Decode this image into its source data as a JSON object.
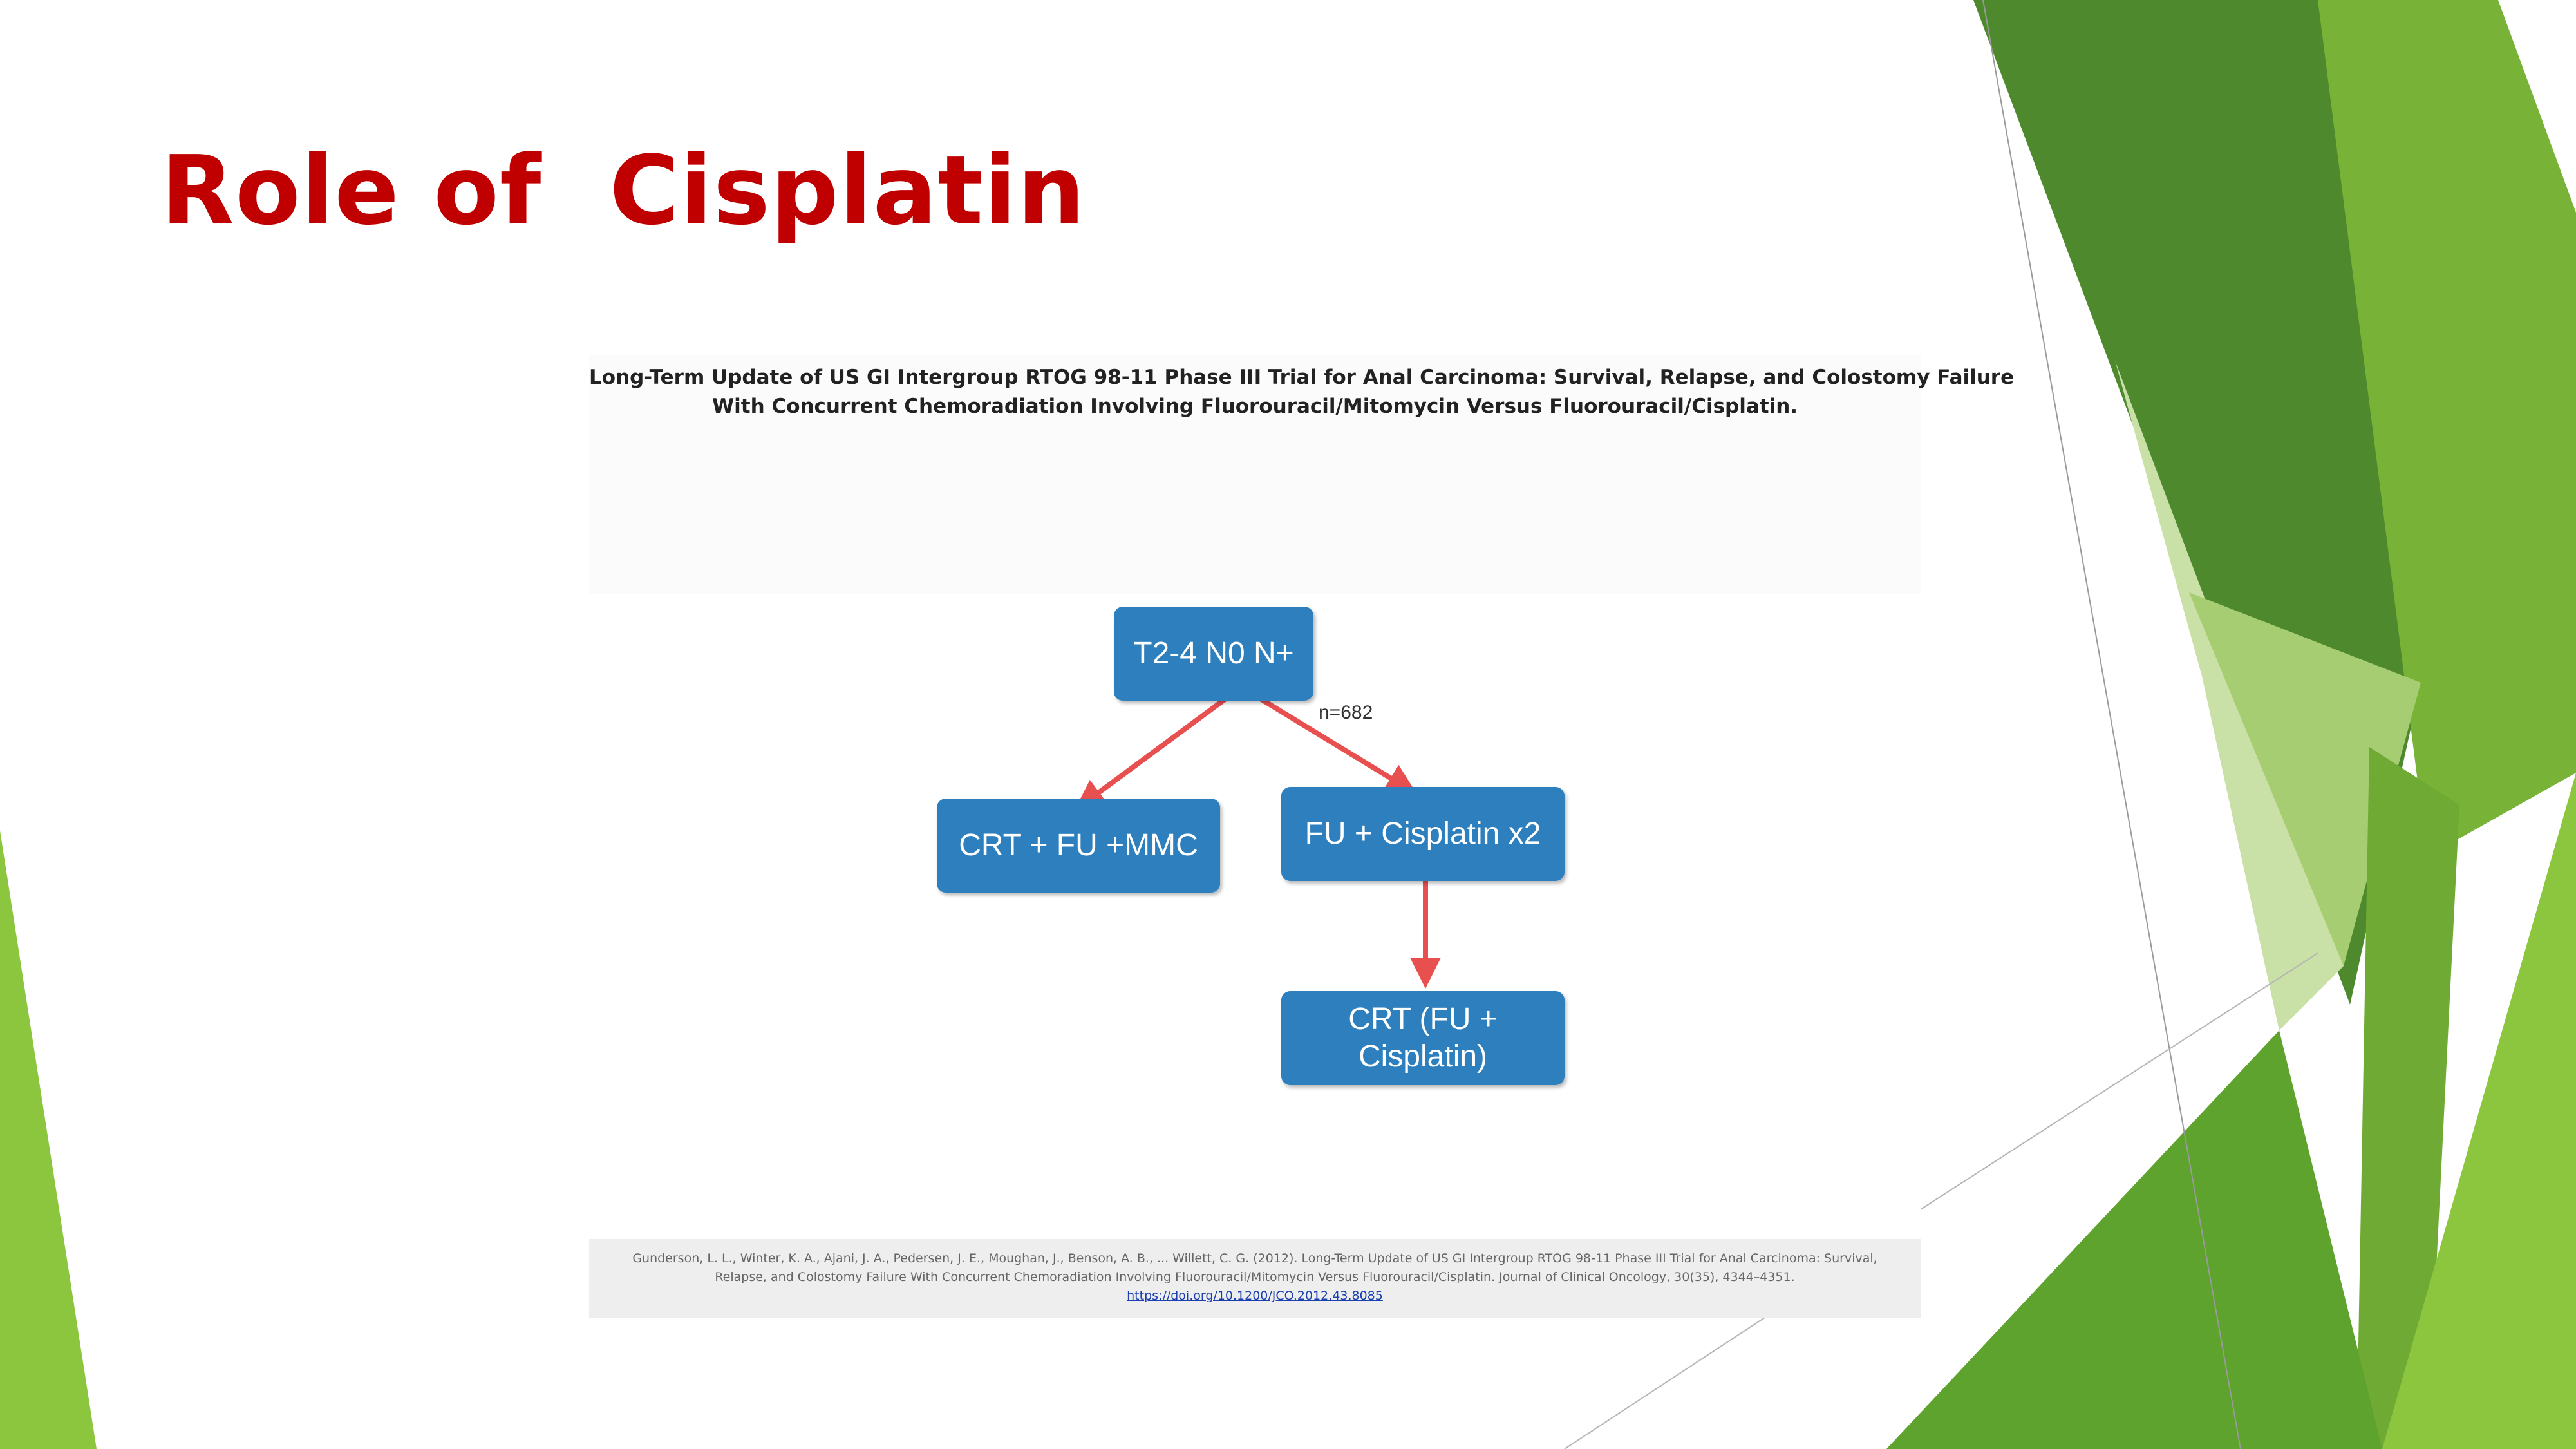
{
  "slide": {
    "title": "Role of  Cisplatin",
    "theme_colors": {
      "title": "#c00000",
      "green_dark": "#4f8a2e",
      "green_mid": "#7cb33a",
      "green_light": "#c9e0a6",
      "box_blue": "#2d7fbd",
      "arrow_red": "#e85050"
    }
  },
  "figure": {
    "heading_line1": "Long-Term Update of US GI Intergroup RTOG 98-11 Phase III Trial for Anal Carcinoma: Survival, Relapse, and Colostomy Failure",
    "heading_line2": "With Concurrent Chemoradiation Involving Fluorouracil/Mitomycin Versus Fluorouracil/Cisplatin.",
    "nodes": {
      "root": "T2-4 N0 N+",
      "left": "CRT + FU +MMC",
      "right": "FU + Cisplatin x2",
      "bottom_line1": "CRT (FU +",
      "bottom_line2": "Cisplatin)"
    },
    "edge_label": "n=682",
    "citation_line1": "Gunderson, L. L., Winter, K. A., Ajani, J. A., Pedersen, J. E., Moughan, J., Benson, A. B., ... Willett, C. G. (2012). Long-Term Update of US GI Intergroup RTOG 98-11 Phase III Trial for Anal Carcinoma: Survival,",
    "citation_line2": "Relapse, and Colostomy Failure With Concurrent Chemoradiation Involving Fluorouracil/Mitomycin Versus Fluorouracil/Cisplatin. Journal of Clinical Oncology, 30(35), 4344–4351.",
    "doi": "https://doi.org/10.1200/JCO.2012.43.8085"
  }
}
